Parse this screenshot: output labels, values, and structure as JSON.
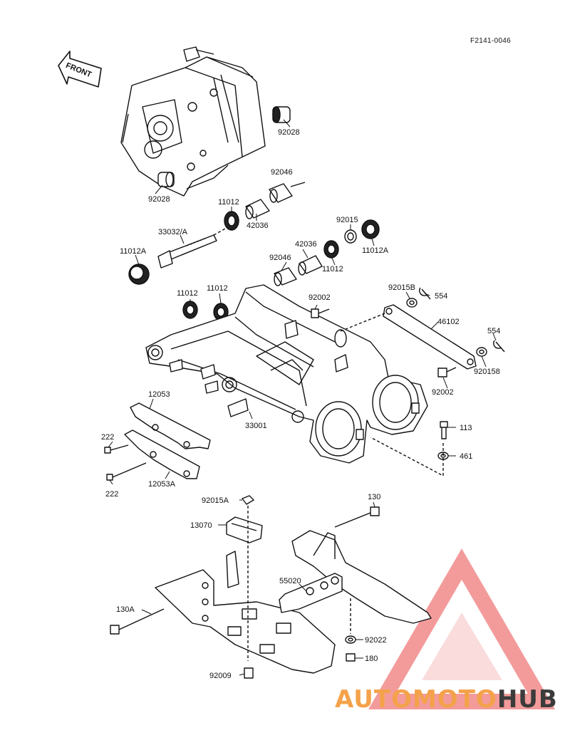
{
  "figure_code": "F2141-0046",
  "front_label": "FRONT",
  "watermark": {
    "part1": "AUTOMOTO",
    "part2": "HUB",
    "color_accent": "#f28a8a",
    "color_orange": "#f4a24a",
    "color_dark": "#3b3b3b"
  },
  "parts": [
    {
      "id": "92028-a",
      "number": "92028"
    },
    {
      "id": "92028-b",
      "number": "92028"
    },
    {
      "id": "92046-a",
      "number": "92046"
    },
    {
      "id": "11012-a",
      "number": "11012"
    },
    {
      "id": "42036-a",
      "number": "42036"
    },
    {
      "id": "33032",
      "number": "33032/A"
    },
    {
      "id": "92015",
      "number": "92015"
    },
    {
      "id": "11012a-a",
      "number": "11012A"
    },
    {
      "id": "11012a-b",
      "number": "11012A"
    },
    {
      "id": "42036-b",
      "number": "42036"
    },
    {
      "id": "92046-b",
      "number": "92046"
    },
    {
      "id": "11012-b",
      "number": "11012"
    },
    {
      "id": "11012-c",
      "number": "11012"
    },
    {
      "id": "11012-d",
      "number": "11012"
    },
    {
      "id": "92002-a",
      "number": "92002"
    },
    {
      "id": "92015b-a",
      "number": "92015B"
    },
    {
      "id": "554-a",
      "number": "554"
    },
    {
      "id": "46102",
      "number": "46102"
    },
    {
      "id": "554-b",
      "number": "554"
    },
    {
      "id": "92015b-b",
      "number": "920158"
    },
    {
      "id": "92002-b",
      "number": "92002"
    },
    {
      "id": "12053",
      "number": "12053"
    },
    {
      "id": "222-a",
      "number": "222"
    },
    {
      "id": "33001",
      "number": "33001"
    },
    {
      "id": "113",
      "number": "113"
    },
    {
      "id": "461",
      "number": "461"
    },
    {
      "id": "222-b",
      "number": "222"
    },
    {
      "id": "12053a",
      "number": "12053A"
    },
    {
      "id": "92015a",
      "number": "92015A"
    },
    {
      "id": "130",
      "number": "130"
    },
    {
      "id": "13070",
      "number": "13070"
    },
    {
      "id": "55020",
      "number": "55020"
    },
    {
      "id": "130a",
      "number": "130A"
    },
    {
      "id": "92022",
      "number": "92022"
    },
    {
      "id": "180",
      "number": "180"
    },
    {
      "id": "92009",
      "number": "92009"
    }
  ]
}
